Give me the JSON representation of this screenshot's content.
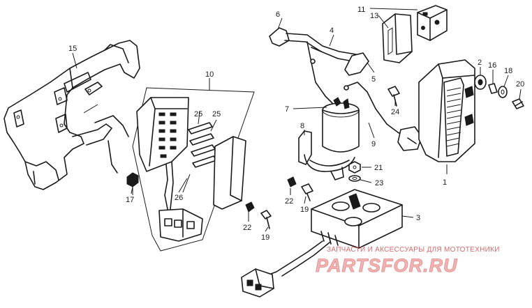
{
  "callouts": {
    "n1": "1",
    "n2": "2",
    "n3": "3",
    "n4": "4",
    "n5": "5",
    "n6": "6",
    "n7": "7",
    "n8": "8",
    "n9": "9",
    "n10": "10",
    "n11": "11",
    "n13": "13",
    "n15": "15",
    "n16": "16",
    "n17": "17",
    "n18": "18",
    "n19a": "19",
    "n19b": "19",
    "n20": "20",
    "n21": "21",
    "n22a": "22",
    "n22b": "22",
    "n23": "23",
    "n24": "24",
    "n25a": "25",
    "n25b": "25",
    "n26": "26"
  },
  "watermark": {
    "tagline": "ЗАПЧАСТИ И АКСЕССУАРЫ ДЛЯ МОТОТЕХНИКИ",
    "logo": "PARTSFOR.RU"
  }
}
